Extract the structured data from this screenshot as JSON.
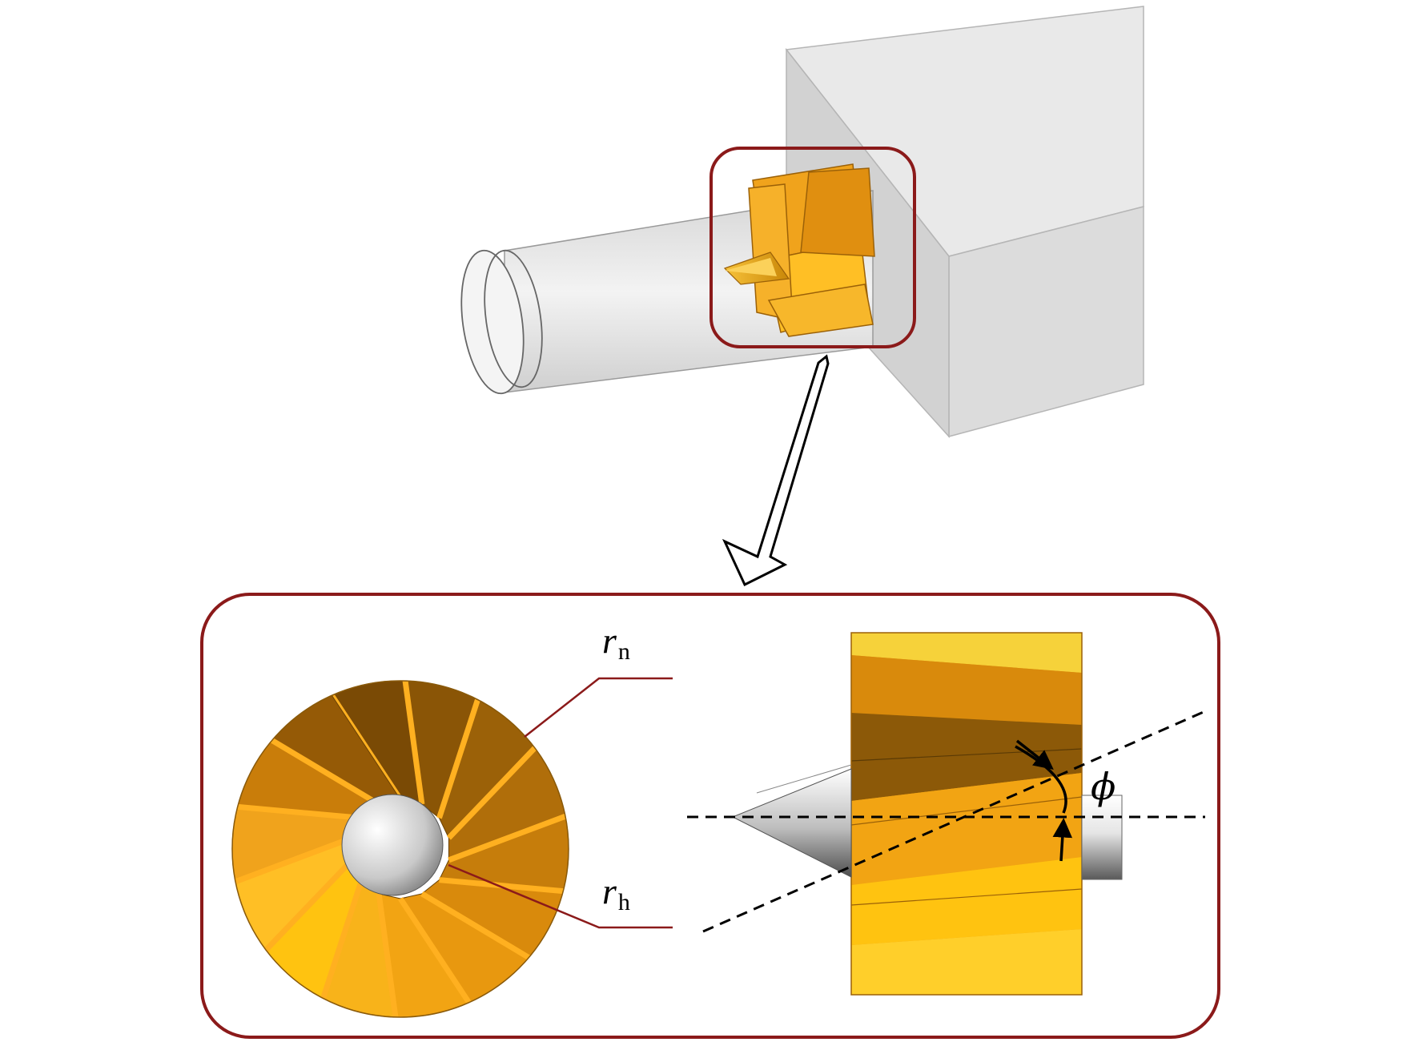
{
  "labels": {
    "outer_radius": {
      "symbol": "r",
      "subscript": "n"
    },
    "hub_radius": {
      "symbol": "r",
      "subscript": "h"
    },
    "angle": "ϕ"
  },
  "colors": {
    "frame": "#8b1a1a",
    "blade_light": "#ffc30f",
    "blade_mid": "#f5a21b",
    "blade_dark": "#7a4a05",
    "duct": "#e6e6e6",
    "box": "#dedede"
  }
}
